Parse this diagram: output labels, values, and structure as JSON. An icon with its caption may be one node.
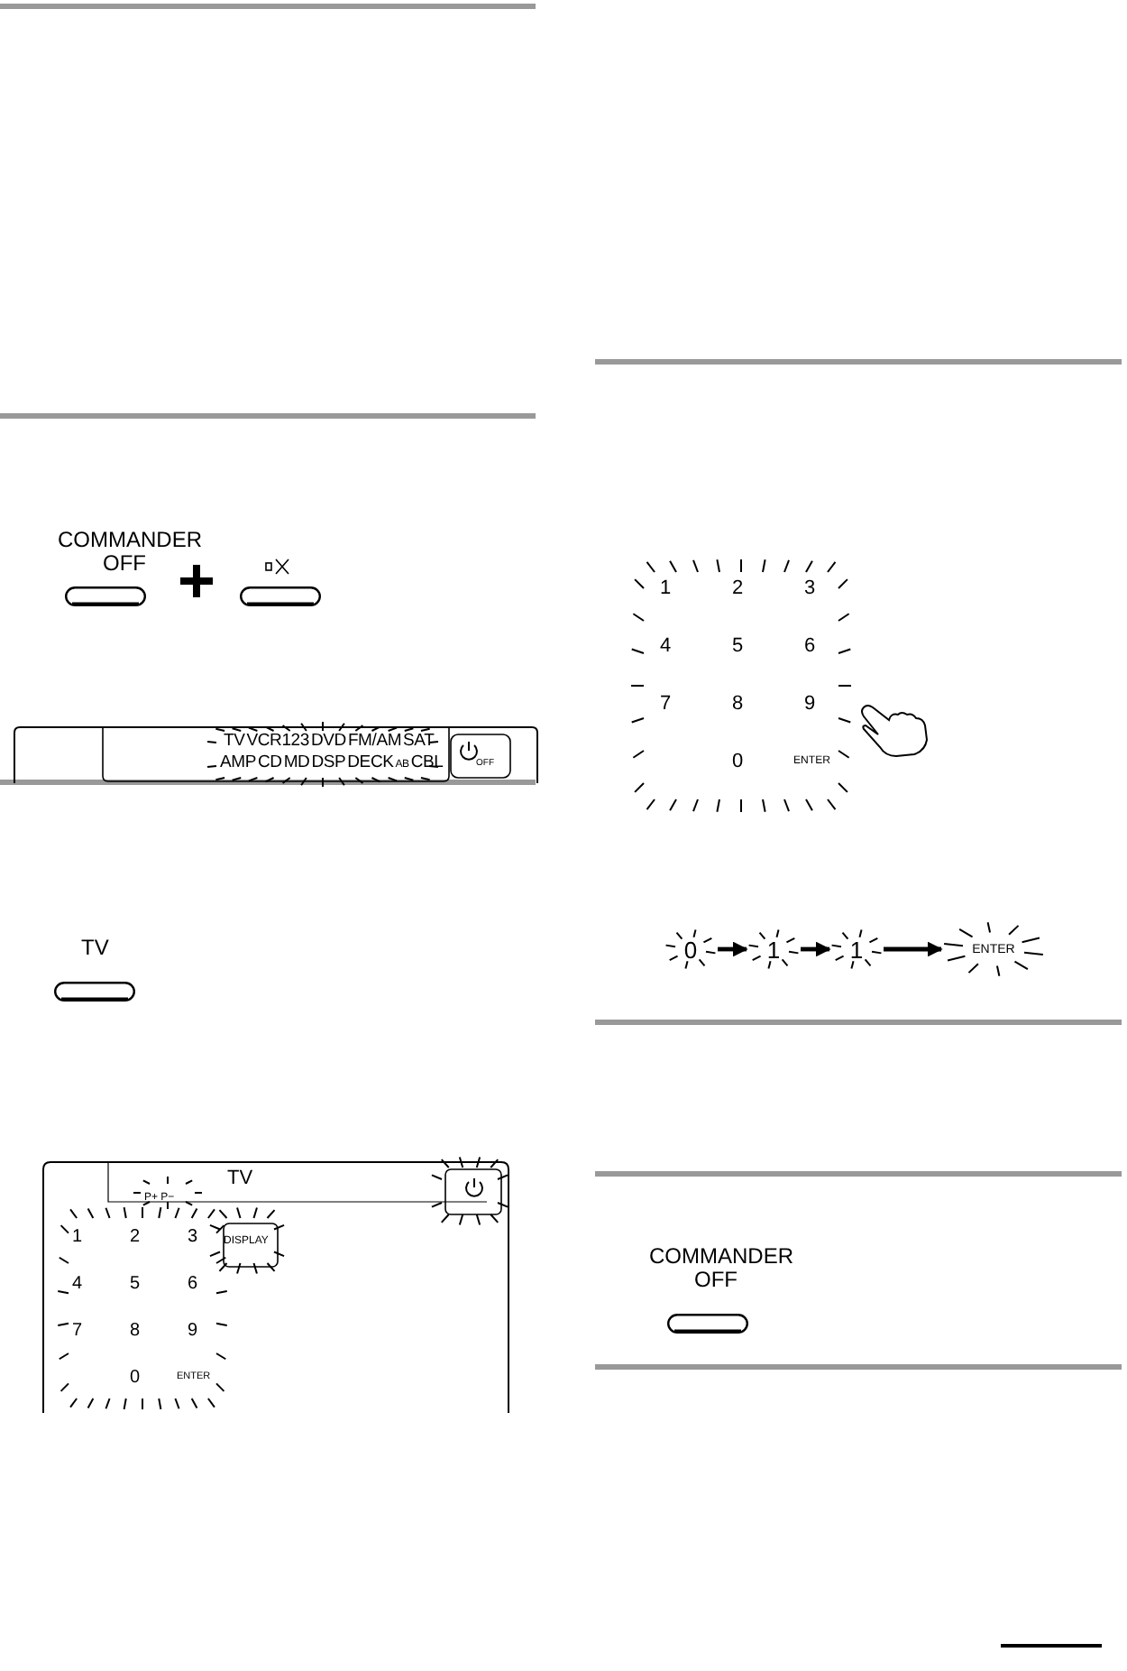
{
  "diagram": {
    "nodes": [
      {
        "text": [
          "0"
        ]
      },
      {
        "text": [
          "1"
        ]
      },
      {
        "text": [
          "1"
        ]
      },
      {
        "text": [
          "ENTER"
        ]
      }
    ],
    "edges": [
      {
        "from": 0,
        "to": 1,
        "arrow": "to"
      },
      {
        "from": 1,
        "to": 2,
        "arrow": "to"
      },
      {
        "from": 2,
        "to": 3,
        "arrow": "to"
      }
    ],
    "labels": [
      "COMMANDER OFF",
      "TV",
      "VCR123",
      "DVD",
      "FM/AM",
      "SAT",
      "AMP",
      "CD",
      "MD",
      "DSP",
      "DECK",
      "AB",
      "CBL",
      "OFF",
      "TV",
      "TV",
      "P+ P−",
      "DISPLAY",
      "1",
      "2",
      "3",
      "4",
      "5",
      "6",
      "7",
      "8",
      "9",
      "0",
      "ENTER",
      "1",
      "2",
      "3",
      "4",
      "5",
      "6",
      "7",
      "8",
      "9",
      "0",
      "ENTER",
      "COMMANDER OFF"
    ]
  }
}
